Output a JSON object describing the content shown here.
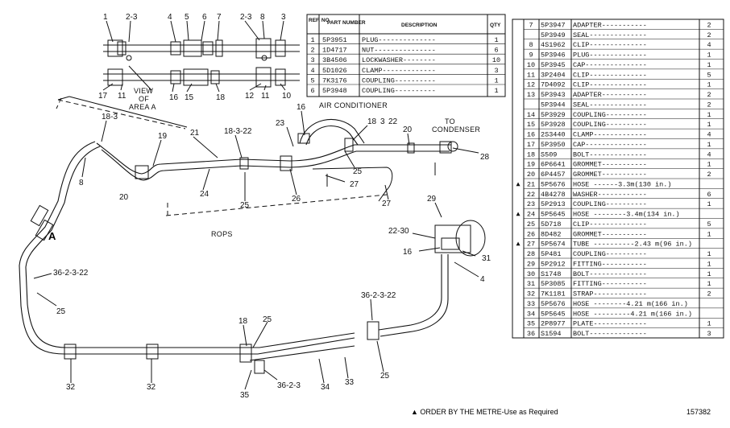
{
  "diagram": {
    "view_label": [
      "VIEW",
      "OF",
      "AREA A"
    ],
    "area_marker": "A",
    "air_conditioner_label": "AIR CONDITIONER",
    "condenser_label": [
      "TO",
      "CONDENSER"
    ],
    "rops_label": "ROPS",
    "callouts": {
      "top_view": [
        "1",
        "2-3",
        "4",
        "5",
        "6",
        "7",
        "2-3",
        "8",
        "3",
        "17",
        "11",
        "16",
        "15",
        "18",
        "12",
        "11",
        "10"
      ],
      "main": [
        "18-3",
        "19",
        "21",
        "18-3-22",
        "16",
        "23",
        "18",
        "3",
        "22",
        "20",
        "8",
        "20",
        "24",
        "25",
        "26",
        "25",
        "27",
        "27",
        "28",
        "29",
        "22-30",
        "16",
        "31",
        "4",
        "36-2-3-22",
        "25",
        "36-2-3-22",
        "18",
        "25",
        "32",
        "32",
        "35",
        "36-2-3",
        "34",
        "33",
        "25"
      ]
    }
  },
  "left_table": {
    "headers": [
      "REF. NO.",
      "PART NUMBER",
      "DESCRIPTION",
      "QTY"
    ],
    "rows": [
      {
        "ref": "1",
        "part": "5P3951",
        "desc": "PLUG",
        "qty": "1"
      },
      {
        "ref": "2",
        "part": "1D4717",
        "desc": "NUT",
        "qty": "6"
      },
      {
        "ref": "3",
        "part": "3B4506",
        "desc": "LOCKWASHER",
        "qty": "10"
      },
      {
        "ref": "4",
        "part": "5D1026",
        "desc": "CLAMP",
        "qty": "3"
      },
      {
        "ref": "5",
        "part": "7K3176",
        "desc": "COUPLING",
        "qty": "1"
      },
      {
        "ref": "6",
        "part": "5P3948",
        "desc": "COUPLING",
        "qty": "1"
      }
    ]
  },
  "right_table": {
    "rows": [
      {
        "mark": "",
        "ref": "7",
        "part": "5P3947",
        "desc": "ADAPTER",
        "qty": "2"
      },
      {
        "mark": "",
        "ref": "",
        "part": "5P3949",
        "desc": "SEAL",
        "qty": "2"
      },
      {
        "mark": "",
        "ref": "8",
        "part": "4S1962",
        "desc": "CLIP",
        "qty": "4"
      },
      {
        "mark": "",
        "ref": "9",
        "part": "5P3946",
        "desc": "PLUG",
        "qty": "1"
      },
      {
        "mark": "",
        "ref": "10",
        "part": "5P3945",
        "desc": "CAP",
        "qty": "1"
      },
      {
        "mark": "",
        "ref": "11",
        "part": "3P2404",
        "desc": "CLIP",
        "qty": "5"
      },
      {
        "mark": "",
        "ref": "12",
        "part": "7D4092",
        "desc": "CLIP",
        "qty": "1"
      },
      {
        "mark": "",
        "ref": "13",
        "part": "5P3943",
        "desc": "ADAPTER",
        "qty": "2"
      },
      {
        "mark": "",
        "ref": "",
        "part": "5P3944",
        "desc": "SEAL",
        "qty": "2"
      },
      {
        "mark": "",
        "ref": "14",
        "part": "5P3929",
        "desc": "COUPLING",
        "qty": "1"
      },
      {
        "mark": "",
        "ref": "15",
        "part": "5P3928",
        "desc": "COUPLING",
        "qty": "1"
      },
      {
        "mark": "",
        "ref": "16",
        "part": "2S3440",
        "desc": "CLAMP",
        "qty": "4"
      },
      {
        "mark": "",
        "ref": "17",
        "part": "5P3950",
        "desc": "CAP",
        "qty": "1"
      },
      {
        "mark": "",
        "ref": "18",
        "part": "S509",
        "desc": "BOLT",
        "qty": "4"
      },
      {
        "mark": "",
        "ref": "19",
        "part": "6P6641",
        "desc": "GROMMET",
        "qty": "1"
      },
      {
        "mark": "",
        "ref": "20",
        "part": "6P4457",
        "desc": "GROMMET",
        "qty": "2"
      },
      {
        "mark": "▲",
        "ref": "21",
        "part": "5P5676",
        "desc": "HOSE ------3.3m(130 in.)",
        "qty": ""
      },
      {
        "mark": "",
        "ref": "22",
        "part": "4B4278",
        "desc": "WASHER",
        "qty": "6"
      },
      {
        "mark": "",
        "ref": "23",
        "part": "5P2913",
        "desc": "COUPLING",
        "qty": "1"
      },
      {
        "mark": "▲",
        "ref": "24",
        "part": "5P5645",
        "desc": "HOSE --------3.4m(134 in.)",
        "qty": ""
      },
      {
        "mark": "",
        "ref": "25",
        "part": "5D718",
        "desc": "CLIP",
        "qty": "5"
      },
      {
        "mark": "",
        "ref": "26",
        "part": "8D482",
        "desc": "GROMMET",
        "qty": "1"
      },
      {
        "mark": "▲",
        "ref": "27",
        "part": "5P5674",
        "desc": "TUBE ----------2.43 m(96 in.)",
        "qty": ""
      },
      {
        "mark": "",
        "ref": "28",
        "part": "5P481",
        "desc": "COUPLING",
        "qty": "1"
      },
      {
        "mark": "",
        "ref": "29",
        "part": "5P2912",
        "desc": "FITTING",
        "qty": "1"
      },
      {
        "mark": "",
        "ref": "30",
        "part": "S1748",
        "desc": "BOLT",
        "qty": "1"
      },
      {
        "mark": "",
        "ref": "31",
        "part": "5P3085",
        "desc": "FITTING",
        "qty": "1"
      },
      {
        "mark": "",
        "ref": "32",
        "part": "7K1181",
        "desc": "STRAP",
        "qty": "2"
      },
      {
        "mark": "",
        "ref": "33",
        "part": "5P5676",
        "desc": "HOSE --------4.21 m(166 in.)",
        "qty": ""
      },
      {
        "mark": "",
        "ref": "34",
        "part": "5P5645",
        "desc": "HOSE ---------4.21 m(166 in.)",
        "qty": ""
      },
      {
        "mark": "",
        "ref": "35",
        "part": "2P8977",
        "desc": "PLATE",
        "qty": "1"
      },
      {
        "mark": "",
        "ref": "36",
        "part": "S1594",
        "desc": "BOLT",
        "qty": "3"
      }
    ]
  },
  "footnote": "▲ ORDER BY THE METRE-Use as Required",
  "drawing_number": "157382"
}
